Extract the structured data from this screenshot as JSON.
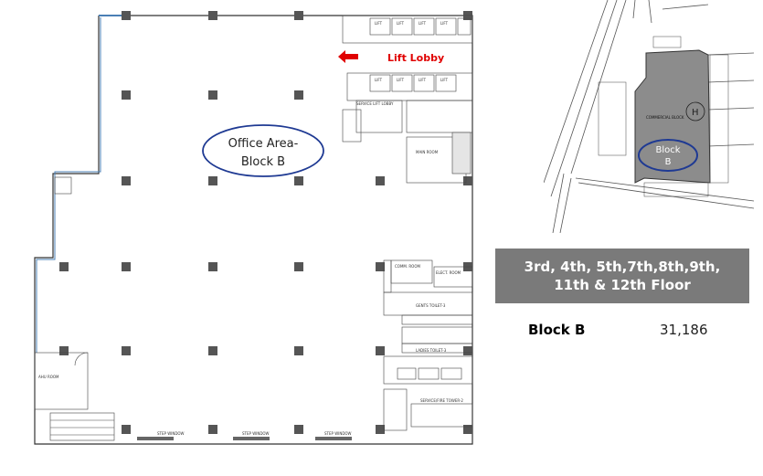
{
  "floorplan": {
    "office_area": "Office Area-",
    "block": "Block B",
    "lift_lobby": "Lift Lobby",
    "room_labels": {
      "lift": "LIFT",
      "service_lift_lobby": "SERVICE LIFT LOBBY",
      "main_room": "MAIN ROOM",
      "comm_room": "COMM. ROOM",
      "elect_room": "ELECT. ROOM",
      "gents_toilet": "GENTS TOILET-3",
      "ladies_toilet": "LADIES TOILET-3",
      "service_fire_tower": "SERVICE/FIRE TOWER-2",
      "ahu_room": "AHU ROOM",
      "step_window": "STEP WINDOW"
    }
  },
  "siteplan": {
    "block_line1": "Block",
    "block_line2": "B",
    "commercial_block": "COMMERCIAL BLOCK"
  },
  "info": {
    "floors_line1": "3rd, 4th, 5th,7th,8th,9th,",
    "floors_line2": "11th & 12th Floor",
    "block_label": "Block B",
    "block_value": "31,186"
  },
  "colors": {
    "banner_bg": "#7a7a7a",
    "ellipse_stroke": "#1f3a93",
    "lift_lobby_text": "#e00000",
    "site_block_fill": "#8c8c8c"
  }
}
